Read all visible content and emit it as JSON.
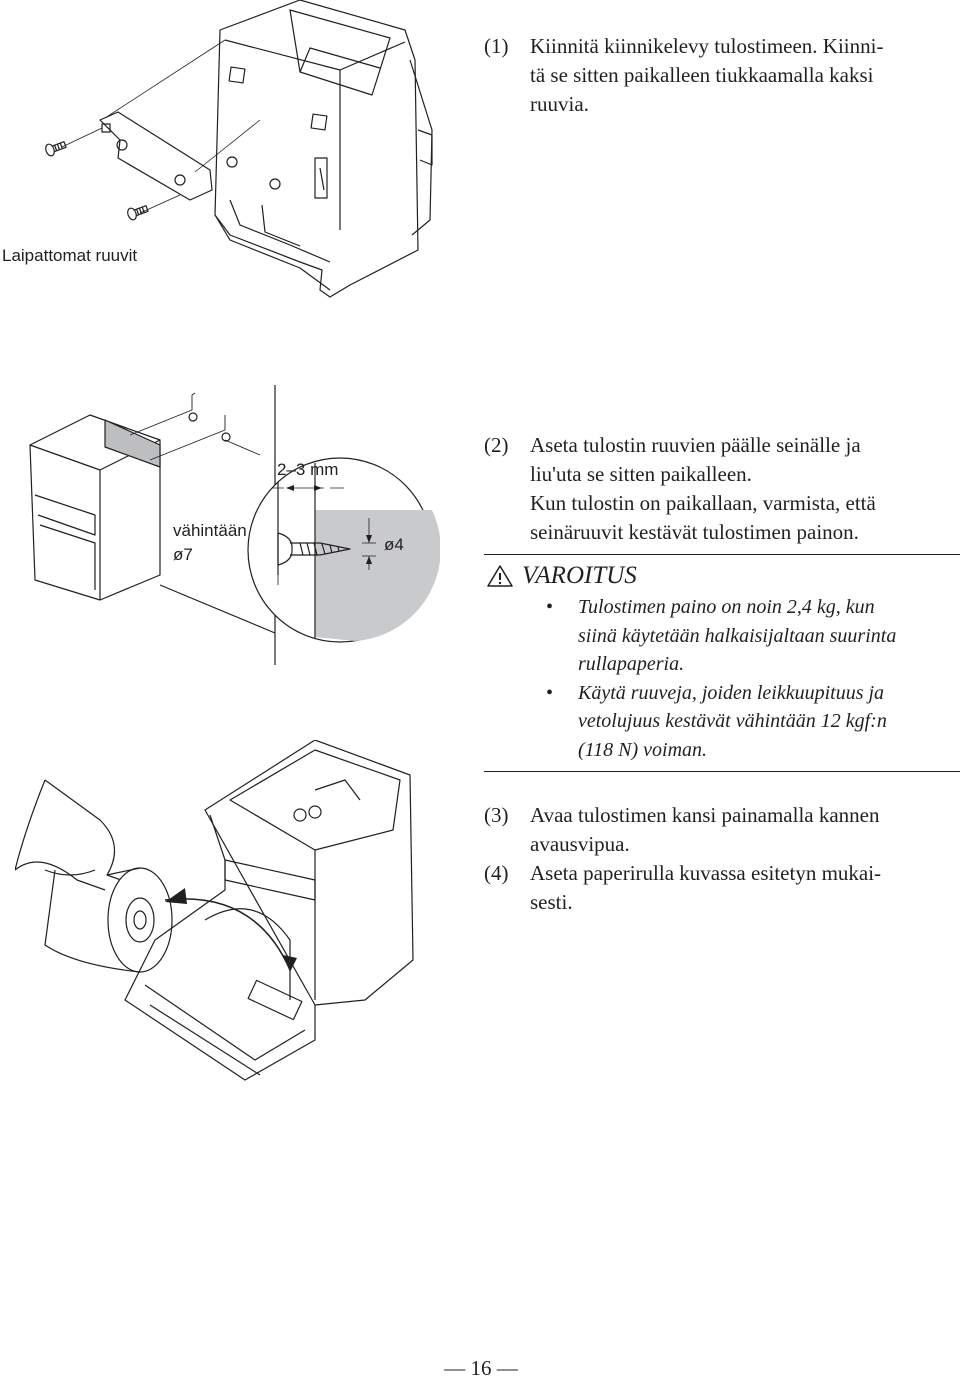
{
  "steps": [
    {
      "num": "(1)",
      "lines": [
        "Kiinnitä kiinnikelevy tulostimeen. Kiinni-",
        "tä se sitten paikalleen tiukkaamalla kaksi",
        "ruuvia."
      ]
    },
    {
      "num": "(2)",
      "lines": [
        "Aseta tulostin ruuvien päälle seinälle ja",
        "liu'uta se sitten paikalleen.",
        "Kun tulostin on paikallaan, varmista, että",
        "seinäruuvit kestävät tulostimen painon."
      ]
    },
    {
      "num": "(3)",
      "lines": [
        "Avaa tulostimen kansi painamalla kannen",
        "avausvipua."
      ]
    },
    {
      "num": "(4)",
      "lines": [
        "Aseta paperirulla kuvassa esitetyn mukai-",
        "sesti."
      ]
    }
  ],
  "warning": {
    "title": "VAROITUS",
    "icon": "warning-triangle-icon",
    "bullets": [
      [
        "Tulostimen paino on noin 2,4 kg, kun",
        "siinä käytetään halkaisijaltaan suurinta",
        "rullapaperia."
      ],
      [
        "Käytä ruuveja, joiden leikkuupituus ja",
        "vetolujuus kestävät vähintään 12 kgf:n",
        "(118 N) voiman."
      ]
    ]
  },
  "figure_labels": {
    "screws": "Laipattomat ruuvit",
    "min_line1": "vähintään",
    "min_line2": "ø7",
    "gap": "2–3 mm",
    "screw_dia": "ø4"
  },
  "page_number": "16"
}
